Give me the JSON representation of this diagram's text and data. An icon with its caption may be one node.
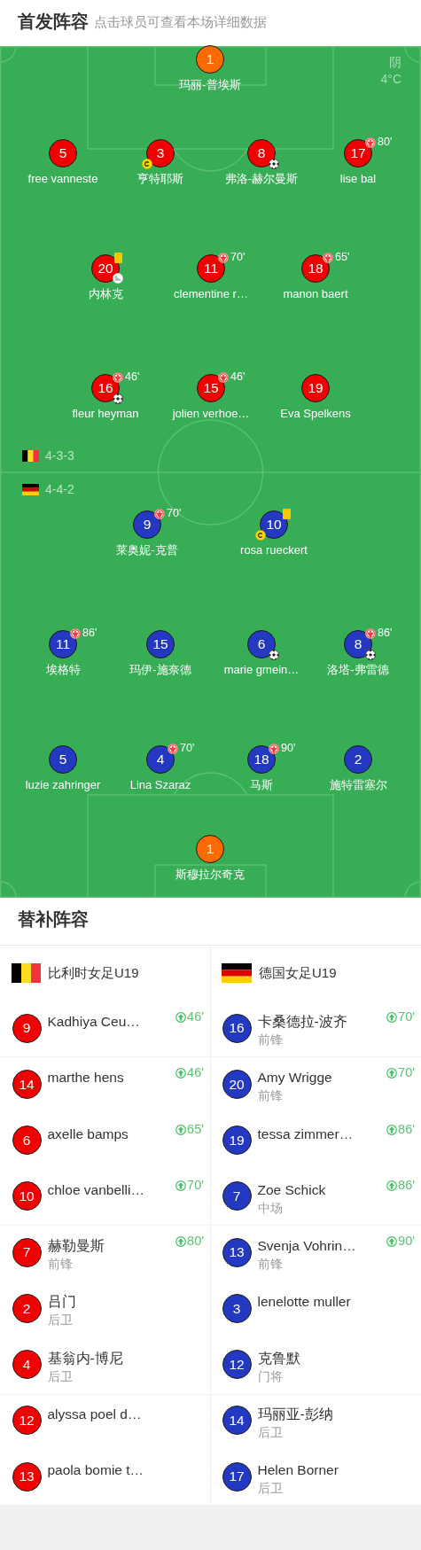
{
  "diagram": {
    "nodes": [
      {
        "text": [
          "1"
        ],
        "beside": [
          "玛丽-普埃斯"
        ]
      },
      {
        "text": [
          "5"
        ],
        "beside": [
          "free vanneste"
        ]
      },
      {
        "text": [
          "3"
        ],
        "beside": [
          "亨特耶斯"
        ]
      },
      {
        "text": [
          "8"
        ],
        "beside": [
          "弗洛-赫尔曼斯"
        ]
      },
      {
        "text": [
          "17"
        ],
        "beside": [
          "lise bal",
          "80'"
        ]
      },
      {
        "text": [
          "20"
        ],
        "beside": [
          "内林克"
        ]
      },
      {
        "text": [
          "11"
        ],
        "beside": [
          "clementine r…",
          "70'"
        ]
      },
      {
        "text": [
          "18"
        ],
        "beside": [
          "manon baert",
          "65'"
        ]
      },
      {
        "text": [
          "16"
        ],
        "beside": [
          "fleur heyman",
          "46'"
        ]
      },
      {
        "text": [
          "15"
        ],
        "beside": [
          "jolien verhoe…",
          "46'"
        ]
      },
      {
        "text": [
          "19"
        ],
        "beside": [
          "Eva Spelkens"
        ]
      },
      {
        "text": [
          "9"
        ],
        "beside": [
          "莱奥妮-克普",
          "70'"
        ]
      },
      {
        "text": [
          "10"
        ],
        "beside": [
          "rosa rueckert"
        ]
      },
      {
        "text": [
          "11"
        ],
        "beside": [
          "埃格特",
          "86'"
        ]
      },
      {
        "text": [
          "15"
        ],
        "beside": [
          "玛伊-施奈德"
        ]
      },
      {
        "text": [
          "6"
        ],
        "beside": [
          "marie gmein…"
        ]
      },
      {
        "text": [
          "8"
        ],
        "beside": [
          "洛塔-弗雷德",
          "86'"
        ]
      },
      {
        "text": [
          "5"
        ],
        "beside": [
          "luzie zahringer"
        ]
      },
      {
        "text": [
          "4"
        ],
        "beside": [
          "Lina Szaraz",
          "70'"
        ]
      },
      {
        "text": [
          "18"
        ],
        "beside": [
          "马斯",
          "90'"
        ]
      },
      {
        "text": [
          "2"
        ],
        "beside": [
          "施特雷塞尔"
        ]
      },
      {
        "text": [
          "1"
        ],
        "beside": [
          "斯穆拉尔奇克"
        ]
      },
      {
        "text": [
          "9"
        ],
        "beside": [
          "Kadhiya Ceu…"
        ]
      },
      {
        "text": [
          "14"
        ],
        "beside": [
          "marthe hens"
        ]
      },
      {
        "text": [
          "6"
        ],
        "beside": [
          "axelle bamps"
        ]
      },
      {
        "text": [
          "10"
        ],
        "beside": [
          "chloe vanbelli…"
        ]
      },
      {
        "text": [
          "7"
        ],
        "beside": [
          "赫勒曼斯",
          "前锋"
        ]
      },
      {
        "text": [
          "2"
        ],
        "beside": [
          "吕门",
          "后卫"
        ]
      },
      {
        "text": [
          "4"
        ],
        "beside": [
          "基翁内-博尼",
          "后卫"
        ]
      },
      {
        "text": [
          "12"
        ],
        "beside": [
          "alyssa poel d…"
        ]
      },
      {
        "text": [
          "13"
        ],
        "beside": [
          "paola bomie t…"
        ]
      },
      {
        "text": [
          "16"
        ],
        "beside": [
          "卡桑德拉-波齐",
          "前锋"
        ]
      },
      {
        "text": [
          "20"
        ],
        "beside": [
          "Amy Wrigge",
          "前锋"
        ]
      },
      {
        "text": [
          "19"
        ],
        "beside": [
          "tessa zimmer…"
        ]
      },
      {
        "text": [
          "7"
        ],
        "beside": [
          "Zoe Schick",
          "中场"
        ]
      },
      {
        "text": [
          "13"
        ],
        "beside": [
          "Svenja Vohrin…",
          "前锋"
        ]
      },
      {
        "text": [
          "3"
        ],
        "beside": [
          "lenelotte muller"
        ]
      },
      {
        "text": [
          "12"
        ],
        "beside": [
          "克鲁默",
          "门将"
        ]
      },
      {
        "text": [
          "14"
        ],
        "beside": [
          "玛丽亚-彭纳",
          "后卫"
        ]
      },
      {
        "text": [
          "17"
        ],
        "beside": [
          "Helen Borner",
          "后卫"
        ]
      }
    ],
    "labels": [
      "首发阵容",
      "点击球员可查看本场详细数据",
      "阴",
      "4°C",
      "4-3-3",
      "4-4-2",
      "替补阵容",
      "比利时女足U19",
      "德国女足U19",
      "46'",
      "70'",
      "46'",
      "70'",
      "65'",
      "86'",
      "70'",
      "86'",
      "80'",
      "90'"
    ]
  }
}
